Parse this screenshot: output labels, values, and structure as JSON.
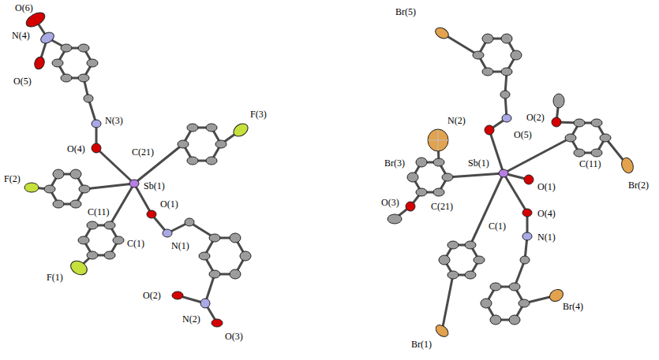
{
  "diagram": {
    "labels": [
      "O(6)",
      "N(4)",
      "O(5)",
      "N(3)",
      "O(4)",
      "C(21)",
      "F(3)",
      "F(2)",
      "Sb(1)",
      "C(11)",
      "O(1)",
      "N(1)",
      "C(1)",
      "F(1)",
      "O(2)",
      "N(2)",
      "O(3)",
      "Br(5)",
      "N(2)",
      "O(2)",
      "O(5)",
      "Br(3)",
      "C(11)",
      "Sb(1)",
      "O(1)",
      "O(3)",
      "C(21)",
      "C(1)",
      "Br(2)",
      "O(4)",
      "N(1)",
      "Br(1)",
      "Br(4)"
    ]
  }
}
